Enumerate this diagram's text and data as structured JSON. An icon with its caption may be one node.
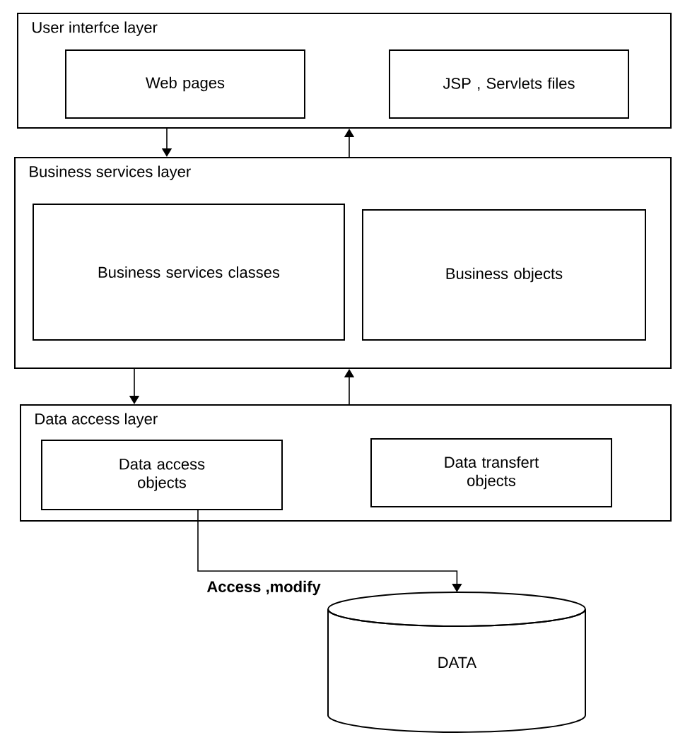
{
  "diagram": {
    "nodes": [
      {
        "text": [
          "User interfce layer"
        ]
      },
      {
        "text": [
          "Web pages"
        ],
        "in": 0
      },
      {
        "text": [
          "JSP , Servlets files"
        ],
        "in": 0
      },
      {
        "text": [
          "Business services layer"
        ]
      },
      {
        "text": [
          "Business services classes"
        ],
        "in": 3
      },
      {
        "text": [
          "Business objects"
        ],
        "in": 3
      },
      {
        "text": [
          "Data access layer"
        ]
      },
      {
        "text": [
          "Data access objects"
        ],
        "in": 6
      },
      {
        "text": [
          "Data transfert objects"
        ],
        "in": 6
      },
      {
        "text": [
          "DATA"
        ]
      }
    ],
    "edges": [
      {
        "from": 0,
        "to": 3,
        "arrow": "to"
      },
      {
        "from": 3,
        "to": 0,
        "arrow": "to"
      },
      {
        "from": 3,
        "to": 6,
        "arrow": "to"
      },
      {
        "from": 6,
        "to": 3,
        "arrow": "to"
      },
      {
        "from": 7,
        "to": 9,
        "arrow": "to",
        "label": "Access ,modify"
      }
    ]
  }
}
